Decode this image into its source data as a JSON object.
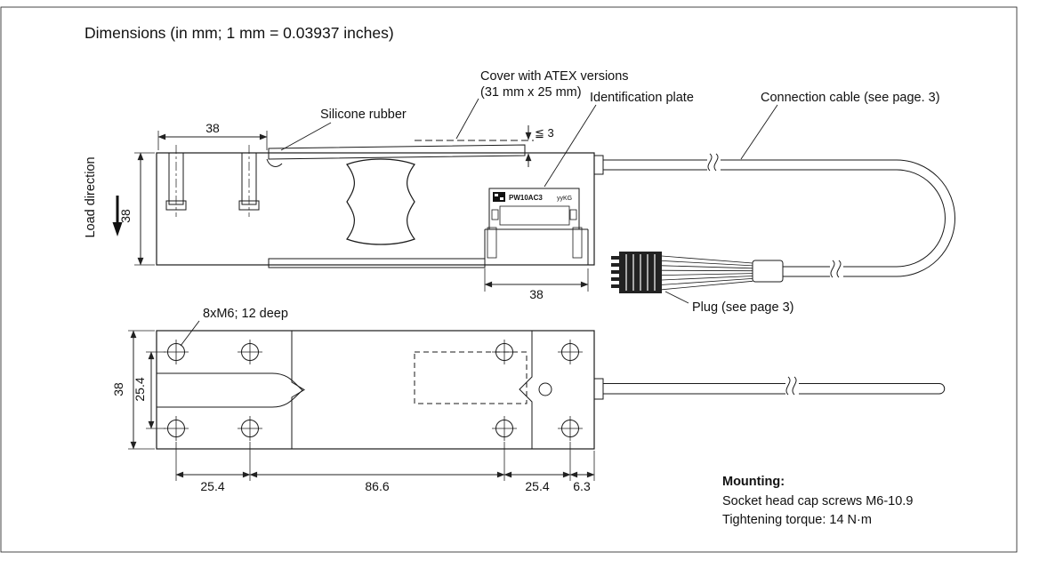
{
  "colors": {
    "ink": "#1a1a1a",
    "background": "#ffffff"
  },
  "title": "Dimensions (in mm; 1 mm = 0.03937 inches)",
  "side_view": {
    "load_direction_label": "Load direction",
    "silicone_label": "Silicone rubber",
    "cover_label_line1": "Cover with ATEX versions",
    "cover_label_line2": "(31 mm x 25 mm)",
    "id_plate_label": "Identification plate",
    "cable_label": "Connection cable (see page. 3)",
    "plug_label": "Plug (see page 3)",
    "dim_top_width": "38",
    "dim_height": "38",
    "dim_cover_height": "≦ 3",
    "dim_plate_width": "38",
    "plate": {
      "model": "PW10AC3",
      "capacity": "yyKG",
      "logo_icon": "hbm-logo"
    }
  },
  "plan_view": {
    "holes_label": "8xM6; 12 deep",
    "dim_height": "38",
    "dim_hole_rows": "25.4",
    "dims_bottom": [
      "25.4",
      "86.6",
      "25.4",
      "6.3"
    ]
  },
  "mounting": {
    "heading": "Mounting:",
    "line1": "Socket head cap screws M6-10.9",
    "line2": "Tightening torque: 14 N·m"
  }
}
